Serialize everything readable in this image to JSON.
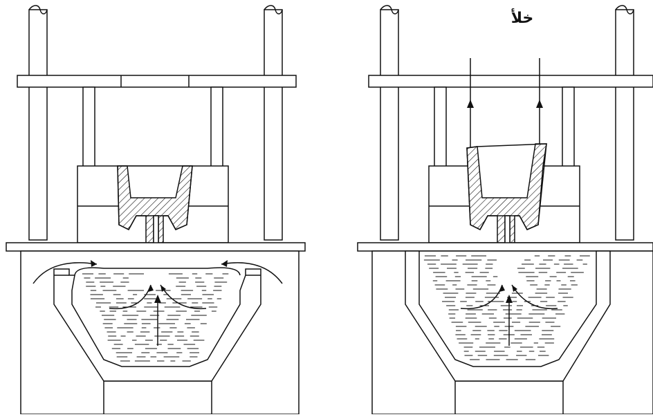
{
  "diagram": {
    "panels": [
      {
        "name": "left-casting-machine"
      },
      {
        "name": "right-casting-machine"
      }
    ],
    "vacuum_label": "خلأ",
    "colors": {
      "line": "#111111",
      "background": "#ffffff"
    }
  }
}
